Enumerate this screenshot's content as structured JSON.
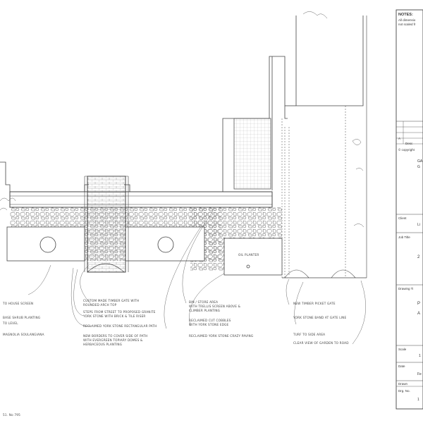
{
  "title_block": {
    "notes_heading": "NOTES:",
    "notes_line1": "All dimensio",
    "notes_line2": "not scaled fr",
    "rev_col_a": "A",
    "desc_label": "Desc",
    "copyright": "© copyright",
    "project_line1": "GA",
    "project_line2": "G",
    "client_label": "Client",
    "client_value": "Li",
    "job_title_label": "Job Title",
    "job_title_value": "2",
    "drawing_title_label": "Drawing Ti",
    "drawing_title_line1": "P",
    "drawing_title_line2": "A",
    "scale_label": "Scale",
    "scale_value": "1",
    "date_label": "Date",
    "date_value": "Fe",
    "drawn_label": "Drawn",
    "drg_no_label": "Drg. No.",
    "drg_no_value": "1"
  },
  "annotations": {
    "planter_label": "OIL PLANTER",
    "left_1": "TO HOUSE SCREEN",
    "left_2": "BASE SHRUB PLANTING",
    "left_3": "TO LEVEL",
    "left_4": "MAGNOLIA SOULANGIANA",
    "mid_1a": "CUSTOM MADE TIMBER GATE WITH",
    "mid_1b": "ROUNDED ARCH TOP",
    "mid_2a": "STEPS FROM STREET TO PROPOSED GRANITE",
    "mid_2b": "YORK STONE WITH BRICK & TILE RISER",
    "mid_3": "RECLAIMED YORK STONE RECTANGULAR PATH",
    "mid_4a": "NEW BORDERS TO COVER SIDE OF PATH",
    "mid_4b": "WITH EVERGREEN TOPIARY DOMES &",
    "mid_4c": "HERBACEOUS PLANTING",
    "c_1a": "BIN / STORE AREA",
    "c_1b": "WITH TRELLIS SCREEN ABOVE &",
    "c_1c": "CLIMBER PLANTING",
    "c_2a": "RECLAIMED CUT COBBLES",
    "c_2b": "WITH YORK STONE EDGE",
    "c_3": "RECLAIMED YORK STONE CRAZY PAVING",
    "r_1": "NEW TIMBER PICKET GATE",
    "r_2": "YORK STONE BAND AT GATE LINE",
    "r_3": "TURF TO SIDE AREA",
    "r_4": "CLEAR VIEW OF GARDEN TO ROAD"
  },
  "footer_code": "51. No 795"
}
